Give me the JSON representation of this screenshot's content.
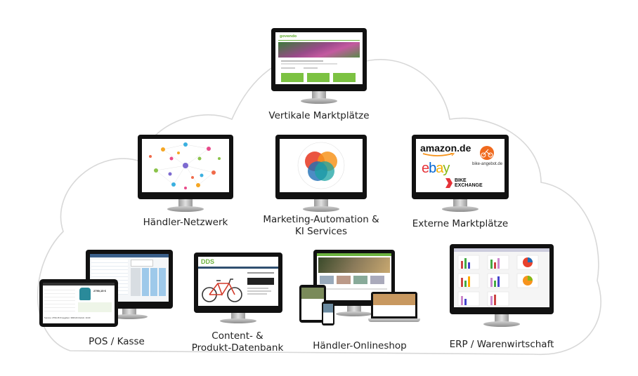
{
  "nodes": {
    "vertical": {
      "label": "Vertikale Marktplätze",
      "site_brand": "govendo"
    },
    "network": {
      "label": "Händler-Netzwerk"
    },
    "marketing": {
      "label_line1": "Marketing-Automation &",
      "label_line2": "KI Services"
    },
    "external": {
      "label": "Externe Marktplätze",
      "logos": {
        "amazon": "amazon.de",
        "ebay": "ebay",
        "bike_angebot": "bike-angebot.de",
        "bike_exchange_1": "BIKE",
        "bike_exchange_2": "EXCHANGE"
      }
    },
    "pos": {
      "label": "POS / Kasse",
      "tablet_price": "2790,15 €",
      "tablet_footer": "Summe: 2790,15 €   Gegeben: 3000,00   Zurück: 10,00"
    },
    "content": {
      "label_line1": "Content- &",
      "label_line2": "Produkt-Datenbank",
      "logo": "DDS"
    },
    "shop": {
      "label": "Händler-Onlineshop"
    },
    "erp": {
      "label": "ERP / Warenwirtschaft"
    }
  },
  "colors": {
    "green": "#6db33f",
    "ebay_red": "#e53238",
    "ebay_blue": "#0064d2",
    "ebay_yellow": "#f5af02",
    "ebay_green": "#86b817",
    "bike_orange": "#f06a1e",
    "venn_red": "#e8412c",
    "venn_orange": "#f7941d",
    "venn_blue": "#1f6fb5",
    "venn_teal": "#1aa3a3"
  }
}
